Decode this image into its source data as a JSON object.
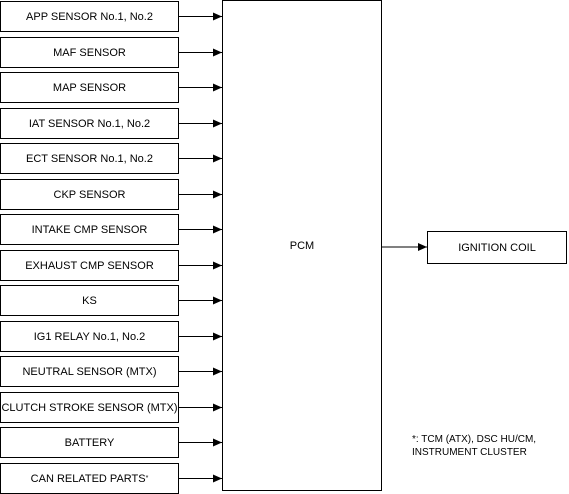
{
  "inputs": [
    "APP SENSOR No.1, No.2",
    "MAF SENSOR",
    "MAP SENSOR",
    "IAT SENSOR No.1, No.2",
    "ECT SENSOR No.1, No.2",
    "CKP SENSOR",
    "INTAKE CMP SENSOR",
    "EXHAUST CMP SENSOR",
    "KS",
    "IG1 RELAY No.1, No.2",
    "NEUTRAL SENSOR (MTX)",
    "CLUTCH STROKE SENSOR (MTX)",
    "BATTERY",
    "CAN RELATED PARTS"
  ],
  "input_footnote_mark": "*",
  "controller": "PCM",
  "output": "IGNITION COIL",
  "footnote": {
    "line1": "*: TCM (ATX), DSC HU/CM,",
    "line2": "INSTRUMENT CLUSTER"
  }
}
